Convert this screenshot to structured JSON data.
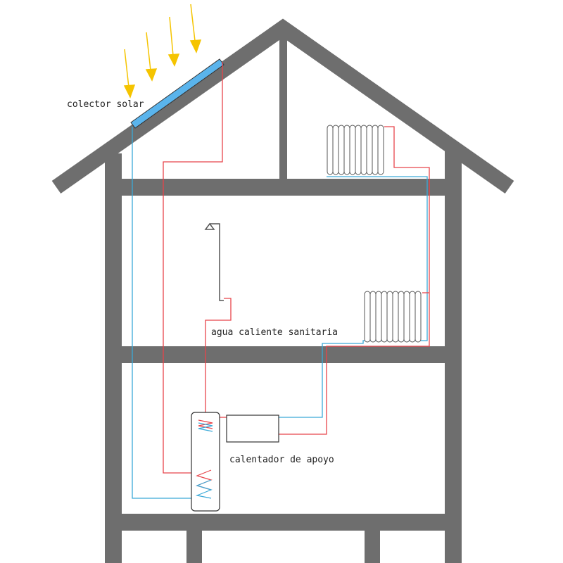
{
  "labels": {
    "collector": "colector solar",
    "dhw": "agua caliente sanitaria",
    "heater": "calentador de apoyo"
  },
  "colors": {
    "structure": "#6e6e6e",
    "hot_pipe": "#e8444a",
    "cold_pipe": "#3aa9d8",
    "panel": "#5ab4ec",
    "sun_rays": "#f5c400",
    "outline": "#333333"
  }
}
